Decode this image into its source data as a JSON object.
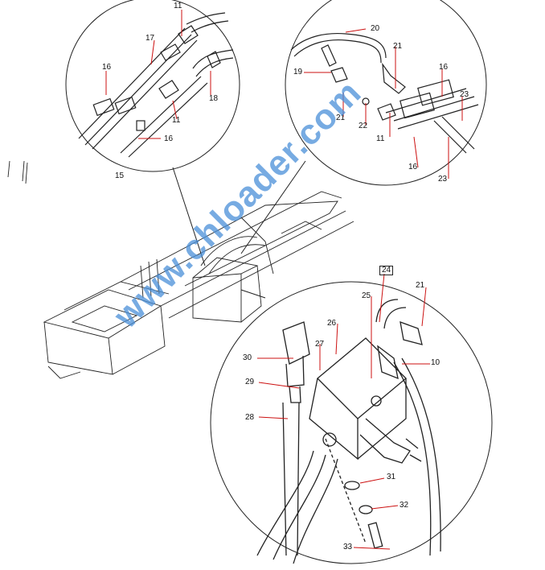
{
  "colors": {
    "line": "#222222",
    "leader": "#cc1111",
    "watermark": "#4a90d9"
  },
  "watermark": "www.chloader.com",
  "callouts": {
    "c11a": "11",
    "c17": "17",
    "c16a": "16",
    "c18": "18",
    "c11b": "11",
    "c16b": "16",
    "c15": "15",
    "c20": "20",
    "c21a": "21",
    "c19": "19",
    "c16c": "16",
    "c23a": "23",
    "c21b": "21",
    "c22": "22",
    "c11c": "11",
    "c16d": "16",
    "c23b": "23",
    "c24": "24",
    "c21c": "21",
    "c25": "25",
    "c26": "26",
    "c27": "27",
    "c30": "30",
    "c29": "29",
    "c28": "28",
    "c10": "10",
    "c31": "31",
    "c32": "32",
    "c33": "33"
  }
}
